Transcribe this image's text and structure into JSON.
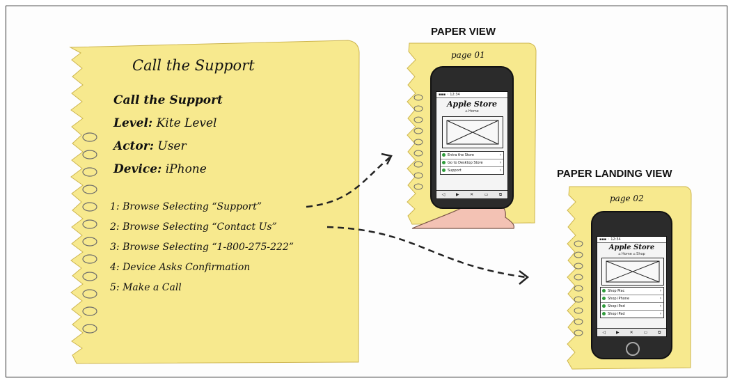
{
  "note": {
    "title": "Call the Support",
    "usecase_name": "Call the Support",
    "level_label": "Level:",
    "level_value": "Kite Level",
    "actor_label": "Actor:",
    "actor_value": "User",
    "device_label": "Device:",
    "device_value": "iPhone",
    "steps": [
      "1: Browse Selecting “Support”",
      "2: Browse Selecting “Contact Us”",
      "3: Browse Selecting “1-800-275-222”",
      "4: Device Asks Confirmation",
      "5: Make a Call"
    ]
  },
  "paper_view": {
    "heading": "PAPER VIEW",
    "page_label": "page 01",
    "screen_title": "Apple Store",
    "tabs": "⌂ Home",
    "rows": [
      "Entra the Store",
      "Go to Desktop Store",
      "Support"
    ]
  },
  "landing_view": {
    "heading": "PAPER LANDING VIEW",
    "page_label": "page 02",
    "screen_title": "Apple Store",
    "tabs": "⌂ Home  ⌂ Shop",
    "rows": [
      "Shop Mac",
      "Shop iPhone",
      "Shop iPod",
      "Shop iPad"
    ]
  },
  "colors": {
    "paper": "#f7e98e",
    "paper_edge": "#d9c25c",
    "phone": "#2b2b2b",
    "accent_green": "#2e9b3a",
    "skin": "#f3c2b4"
  },
  "icons": [
    "toolbar-back-icon",
    "toolbar-play-icon",
    "toolbar-tools-icon",
    "toolbar-book-icon",
    "toolbar-copy-icon",
    "home-button-icon"
  ]
}
